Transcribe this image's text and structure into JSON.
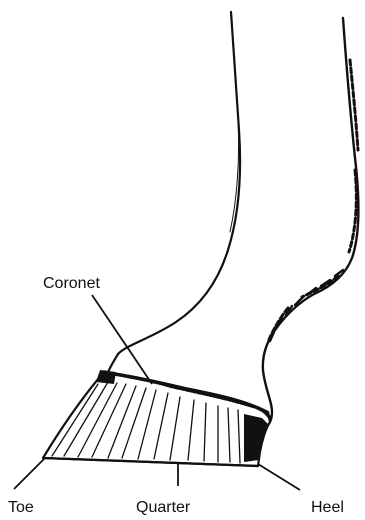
{
  "labels": {
    "coronet": "Coronet",
    "toe": "Toe",
    "quarter": "Quarter",
    "heel": "Heel"
  },
  "colors": {
    "ink": "#111111",
    "background": "#ffffff"
  }
}
